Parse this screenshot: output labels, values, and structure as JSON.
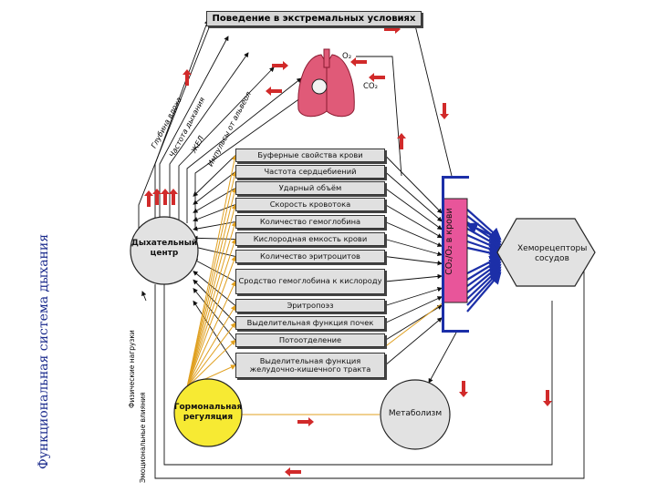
{
  "slide_title": "Функциональная система дыхания",
  "top_box": "Поведение в экстремальных условиях",
  "lung_labels": {
    "o2": "O₂",
    "co2": "CO₂"
  },
  "nerve_labels": [
    "Глубина вдоха",
    "Частота дыхания",
    "ЖЕЛ",
    "Импульсы от альвеол"
  ],
  "factors": [
    "Буферные свойства крови",
    "Частота сердцебиений",
    "Ударный объём",
    "Скорость кровотока",
    "Количество гемоглобина",
    "Кислородная емкость крови",
    "Количество эритроцитов",
    "Сродство гемоглобина к кислороду",
    "Эритропоэз",
    "Выделительная функция почек",
    "Потоотделение",
    "Выделительная функция желудочно-кишечного тракта"
  ],
  "resp_center": "Дыхательный центр",
  "hormonal": "Гормональная регуляция",
  "metabolism": "Метаболизм",
  "chemoreceptors": "Хеморецепторы сосудов",
  "blood_bar": "CO₂/O₂ в крови",
  "input_labels": [
    "Физические нагрузки",
    "Эмоциональные влияния"
  ],
  "colors": {
    "title": "#1a2a8c",
    "blood_bar": "#e8559a",
    "blue_lines": "#1c2fa8",
    "hormonal": "#f7ea33",
    "arrows_red": "#d12a2a",
    "orange_lines": "#e0a020"
  }
}
